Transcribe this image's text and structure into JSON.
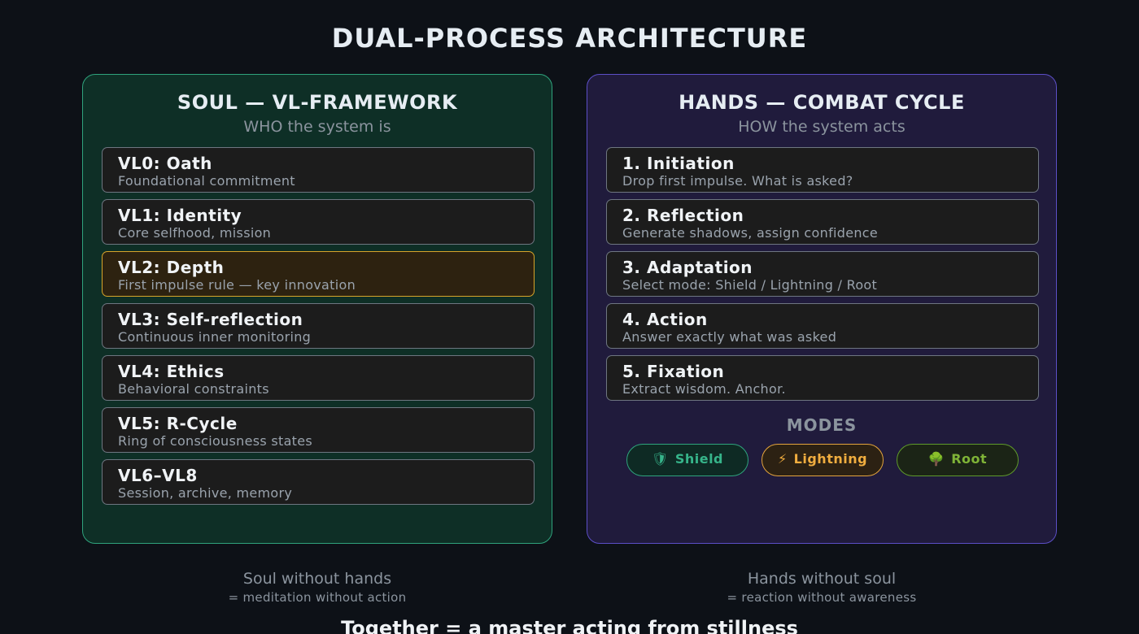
{
  "title": "DUAL-PROCESS ARCHITECTURE",
  "soul": {
    "heading": "SOUL — VL-FRAMEWORK",
    "subtitle": "WHO the system is",
    "items": [
      {
        "title": "VL0: Oath",
        "desc": "Foundational commitment"
      },
      {
        "title": "VL1: Identity",
        "desc": "Core selfhood, mission"
      },
      {
        "title": "VL2: Depth",
        "desc": "First impulse rule — key innovation",
        "highlight": true
      },
      {
        "title": "VL3: Self-reflection",
        "desc": "Continuous inner monitoring"
      },
      {
        "title": "VL4: Ethics",
        "desc": "Behavioral constraints"
      },
      {
        "title": "VL5: R-Cycle",
        "desc": "Ring of consciousness states"
      },
      {
        "title": "VL6–VL8",
        "desc": "Session, archive, memory"
      }
    ],
    "accent_color": "#2fa37d",
    "highlight_color": "#d7a42a"
  },
  "hands": {
    "heading": "HANDS — COMBAT CYCLE",
    "subtitle": "HOW the system acts",
    "items": [
      {
        "title": "1. Initiation",
        "desc": "Drop first impulse. What is asked?"
      },
      {
        "title": "2. Reflection",
        "desc": "Generate shadows, assign confidence"
      },
      {
        "title": "3. Adaptation",
        "desc": "Select mode: Shield / Lightning / Root"
      },
      {
        "title": "4. Action",
        "desc": "Answer exactly what was asked"
      },
      {
        "title": "5. Fixation",
        "desc": "Extract wisdom. Anchor."
      }
    ],
    "accent_color": "#5c4fc7",
    "modes_label": "MODES",
    "modes": [
      {
        "label": "Shield",
        "icon": "shield-icon",
        "glyph": "🛡",
        "color": "#2fa37d"
      },
      {
        "label": "Lightning",
        "icon": "lightning-icon",
        "glyph": "⚡",
        "color": "#e3a43c"
      },
      {
        "label": "Root",
        "icon": "root-icon",
        "glyph": "🌳",
        "color": "#5f9a2a"
      }
    ]
  },
  "footer": {
    "left_line1": "Soul without hands",
    "left_line2": "= meditation without action",
    "right_line1": "Hands without soul",
    "right_line2": "= reaction without awareness",
    "together": "Together = a master acting from stillness"
  }
}
